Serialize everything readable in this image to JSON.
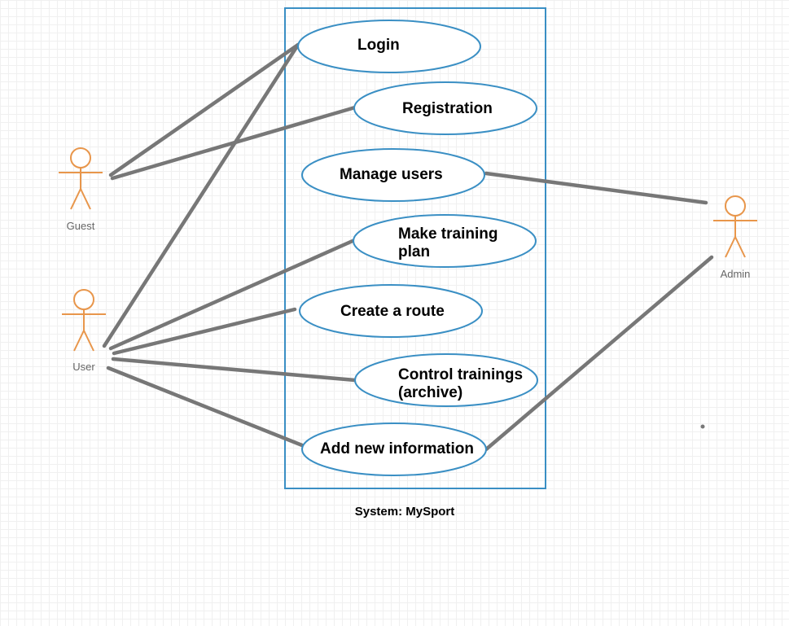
{
  "colors": {
    "system_border": "#3a8fc4",
    "usecase_border": "#3a8fc4",
    "actor": "#e8964b",
    "association": "#777777"
  },
  "system": {
    "caption": "System: MySport"
  },
  "actors": {
    "guest": "Guest",
    "user": "User",
    "admin": "Admin"
  },
  "use_cases": {
    "login": [
      "Login"
    ],
    "registration": [
      "Registration"
    ],
    "manage_users": [
      "Manage users"
    ],
    "make_training_plan": [
      "Make training",
      "plan"
    ],
    "create_route": [
      "Create a route"
    ],
    "control_trainings": [
      "Control trainings",
      "(archive)"
    ],
    "add_new_information": [
      "Add new information"
    ]
  },
  "associations": [
    {
      "actor": "guest",
      "use_case": "login"
    },
    {
      "actor": "guest",
      "use_case": "registration"
    },
    {
      "actor": "user",
      "use_case": "login"
    },
    {
      "actor": "user",
      "use_case": "make_training_plan"
    },
    {
      "actor": "user",
      "use_case": "create_route"
    },
    {
      "actor": "user",
      "use_case": "control_trainings"
    },
    {
      "actor": "user",
      "use_case": "add_new_information"
    },
    {
      "actor": "admin",
      "use_case": "manage_users"
    },
    {
      "actor": "admin",
      "use_case": "add_new_information"
    }
  ]
}
